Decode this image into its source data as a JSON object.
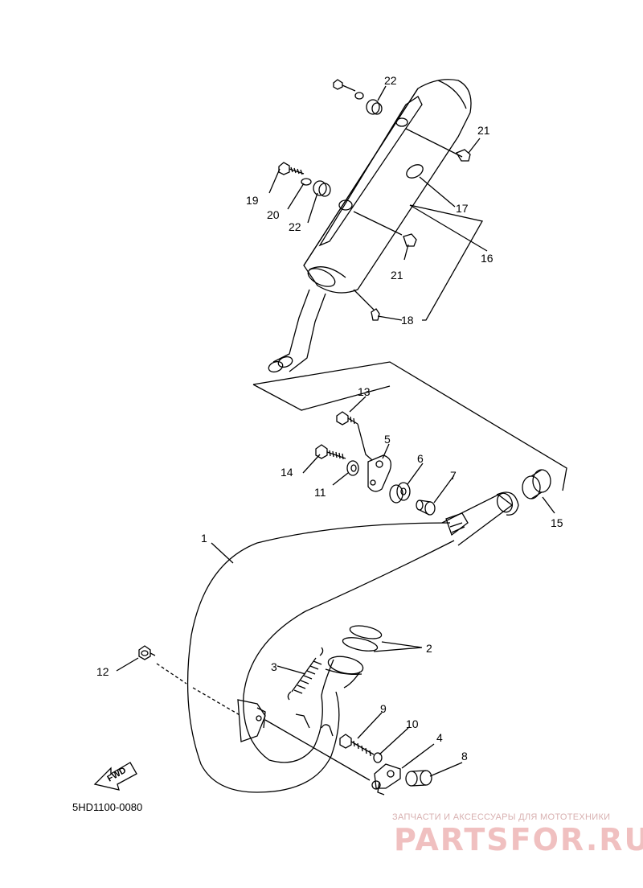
{
  "diagram_code": "5HD1100-0080",
  "watermark": {
    "top": "ЗАПЧАСТИ И АКСЕССУАРЫ ДЛЯ МОТОТЕХНИКИ",
    "main": "PARTSFOR.RU"
  },
  "fwd_label": "FWD",
  "callouts": [
    "1",
    "2",
    "3",
    "4",
    "5",
    "6",
    "7",
    "8",
    "9",
    "10",
    "11",
    "12",
    "13",
    "14",
    "15",
    "16",
    "17",
    "18",
    "19",
    "20",
    "21",
    "21",
    "22",
    "22"
  ],
  "colors": {
    "line": "#000000",
    "watermark": "#f0c0c0"
  }
}
